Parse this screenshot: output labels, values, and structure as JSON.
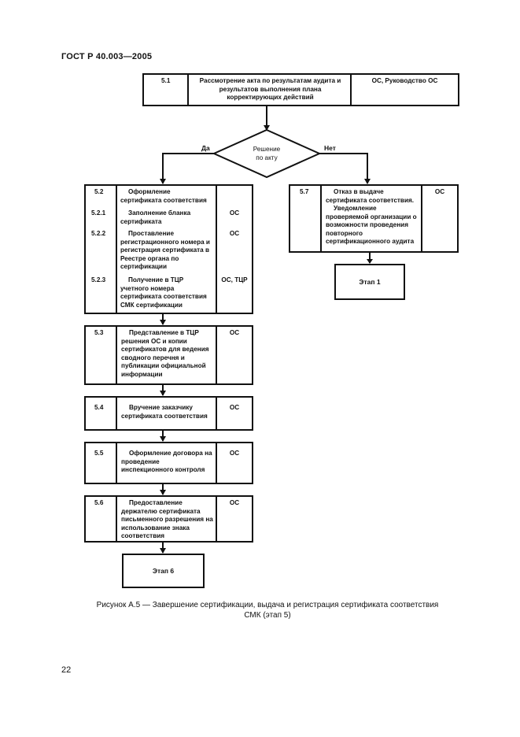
{
  "header": {
    "doc_code": "ГОСТ Р 40.003—2005"
  },
  "flowchart": {
    "step_5_1": {
      "num": "5.1",
      "text": "Рассмотрение акта по результатам аудита и результатов выполнения плана корректирующих действий",
      "resp": "ОС, Руководство ОС"
    },
    "decision": {
      "text_line1": "Решение",
      "text_line2": "по акту",
      "yes_label": "Да",
      "no_label": "Нет"
    },
    "step_5_2": {
      "num": "5.2",
      "text": "Оформление сертификата соответствия",
      "sub": [
        {
          "num": "5.2.1",
          "text": "Заполнение бланка сертификата",
          "resp": "ОС"
        },
        {
          "num": "5.2.2",
          "text": "Проставление регистрационного номера и регистрация сертификата в Реестре органа по сертификации",
          "resp": "ОС"
        },
        {
          "num": "5.2.3",
          "text": "Получение в ТЦР учетного номера сертификата соответствия СМК сертификации",
          "resp": "ОС, ТЦР"
        }
      ]
    },
    "step_5_7": {
      "num": "5.7",
      "text1": "Отказ в выдаче сертификата соответствия.",
      "text2": "Уведомление проверяемой организации о возможности проведения повторного сертификационного аудита",
      "resp": "ОС"
    },
    "stage_1": {
      "label": "Этап 1"
    },
    "step_5_3": {
      "num": "5.3",
      "text": "Представление в ТЦР решения ОС и копии сертификатов для ведения сводного перечня и публикации официальной информации",
      "resp": "ОС"
    },
    "step_5_4": {
      "num": "5.4",
      "text": "Вручение заказчику сертификата соответствия",
      "resp": "ОС"
    },
    "step_5_5": {
      "num": "5.5",
      "text": "Оформление договора на проведение инспекционного контроля",
      "resp": "ОС"
    },
    "step_5_6": {
      "num": "5.6",
      "text": "Предоставление держателю сертификата письменного разрешения на использование знака соответствия",
      "resp": "ОС"
    },
    "stage_6": {
      "label": "Этап 6"
    }
  },
  "caption": {
    "line1": "Рисунок А.5 — Завершение сертификации, выдача и регистрация сертификата соответствия",
    "line2": "СМК (этап 5)"
  },
  "page_number": "22"
}
